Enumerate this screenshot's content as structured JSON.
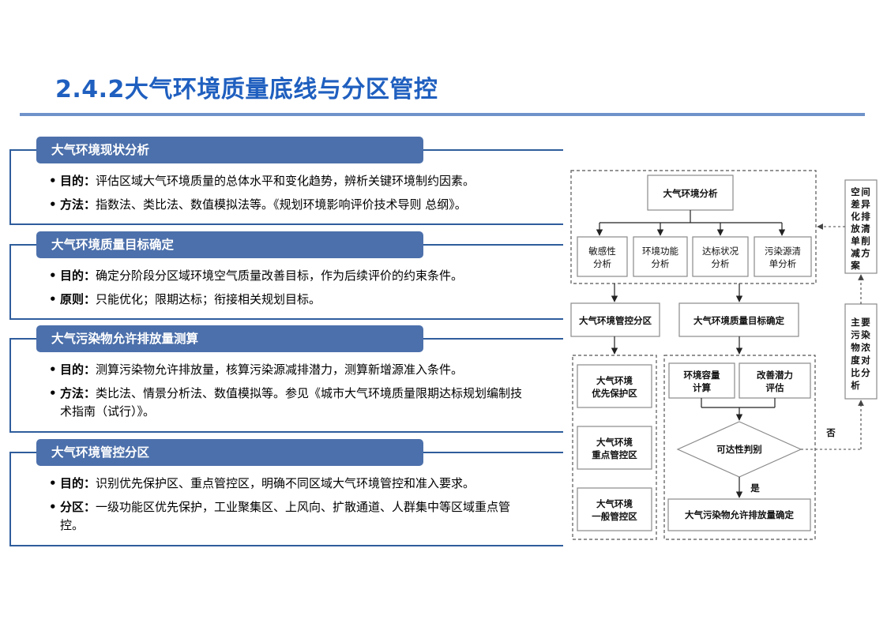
{
  "title": "2.4.2大气环境质量底线与分区管控",
  "sections": [
    {
      "header": "大气环境现状分析",
      "bullets": [
        {
          "label": "目的：",
          "text": "评估区域大气环境质量的总体水平和变化趋势，辨析关键环境制约因素。"
        },
        {
          "label": "方法：",
          "text": "指数法、类比法、数值模拟法等。《规划环境影响评价技术导则 总纲》。"
        }
      ]
    },
    {
      "header": "大气环境质量目标确定",
      "bullets": [
        {
          "label": "目的：",
          "text": "确定分阶段分区域环境空气质量改善目标，作为后续评价的约束条件。"
        },
        {
          "label": "原则：",
          "text": "只能优化；限期达标；衔接相关规划目标。"
        }
      ]
    },
    {
      "header": "大气污染物允许排放量测算",
      "bullets": [
        {
          "label": "目的：",
          "text": "测算污染物允许排放量，核算污染源减排潜力，测算新增源准入条件。"
        },
        {
          "label": "方法：",
          "text": "类比法、情景分析法、数值模拟等。参见《城市大气环境质量限期达标规划编制技术指南（试行）》。"
        }
      ]
    },
    {
      "header": "大气环境管控分区",
      "bullets": [
        {
          "label": "目的：",
          "text": "识别优先保护区、重点管控区，明确不同区域大气环境管控和准入要求。"
        },
        {
          "label": "分区：",
          "text": "一级功能区优先保护，工业聚集区、上风向、扩散通道、人群集中等区域重点管控。"
        }
      ]
    }
  ],
  "flow": {
    "analysis": "大气环境分析",
    "sub1": [
      "敏感性",
      "分析"
    ],
    "sub2": [
      "环境功能",
      "分析"
    ],
    "sub3": [
      "达标状况",
      "分析"
    ],
    "sub4": [
      "污染源清",
      "单分析"
    ],
    "zoning": "大气环境管控分区",
    "target": "大气环境质量目标确定",
    "zone1": [
      "大气环境",
      "优先保护区"
    ],
    "zone2": [
      "大气环境",
      "重点管控区"
    ],
    "zone3": [
      "大气环境",
      "一般管控区"
    ],
    "capacity": [
      "环境容量",
      "计算"
    ],
    "potential": [
      "改善潜力",
      "评估"
    ],
    "judge": "可达性判别",
    "yes": "是",
    "no": "否",
    "final": "大气污染物允许排放量确定",
    "side_top": "空间差异化排放清单削减方案",
    "side_bottom": "主要污染物浓度对比分析"
  }
}
